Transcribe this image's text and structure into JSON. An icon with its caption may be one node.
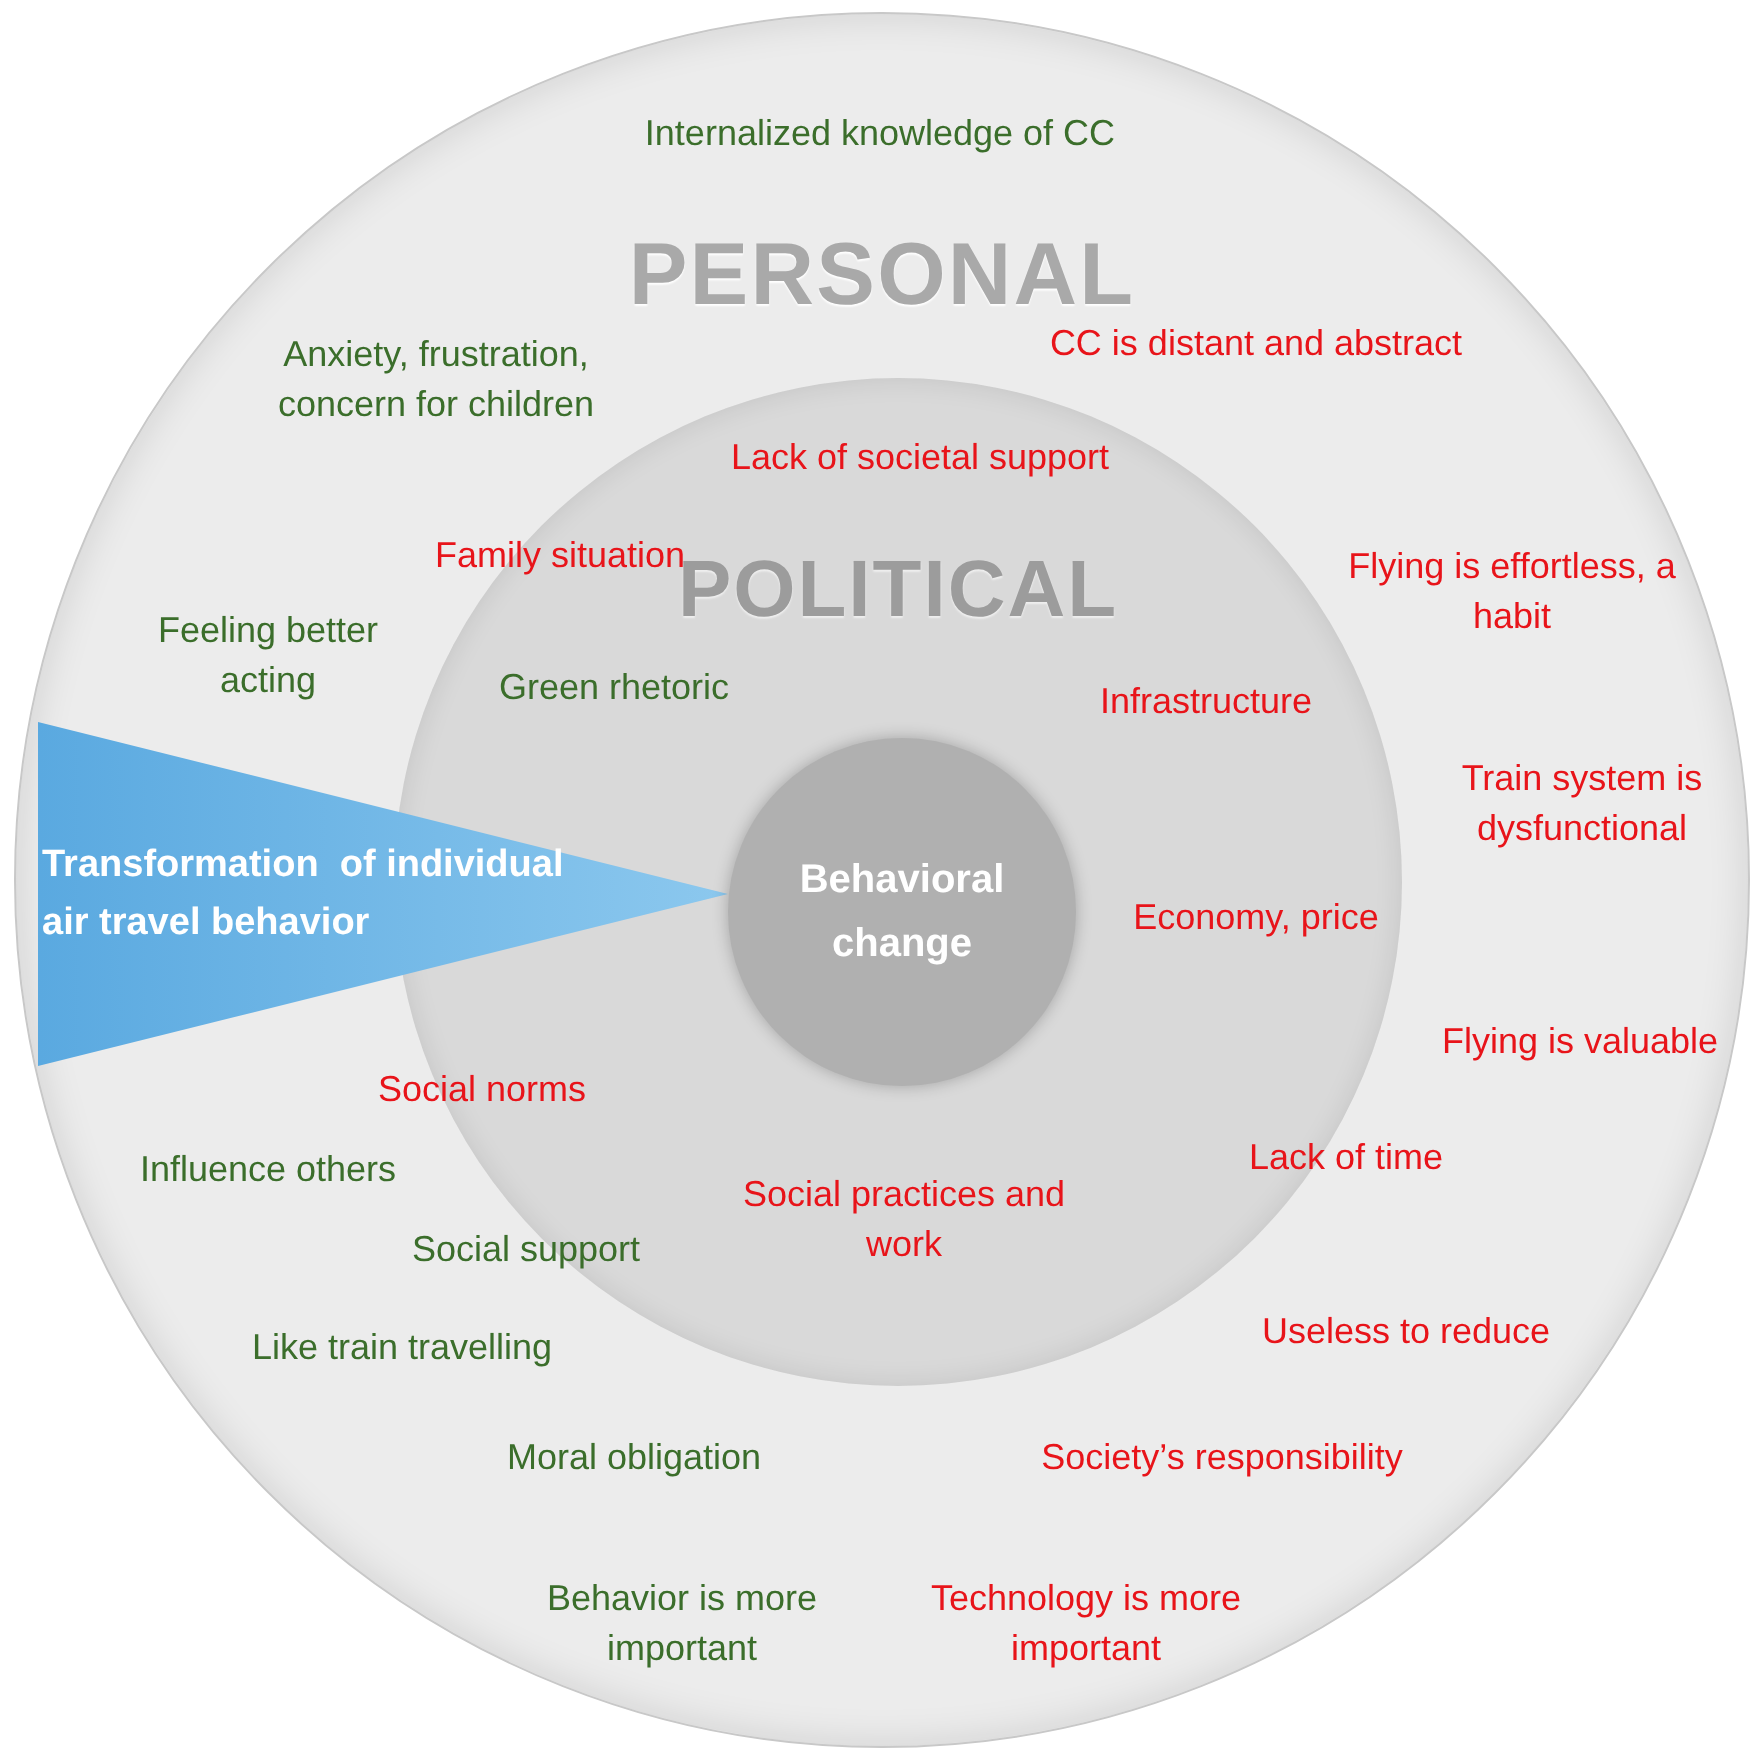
{
  "diagram": {
    "nodes": [
      {
        "text": [
          "PERSONAL"
        ]
      },
      {
        "text": [
          "POLITICAL"
        ],
        "in": 0
      },
      {
        "text": [
          "Behavioral change"
        ],
        "in": 1
      },
      {
        "text": [
          "Transformation  of individual air travel behavior"
        ],
        "in": 0
      }
    ],
    "labels": [
      "Internalized knowledge of CC",
      "CC is distant and abstract",
      "Anxiety, frustration, concern for children",
      "Lack of societal support",
      "Family situation",
      "Flying is effortless, a habit",
      "Feeling better acting",
      "Green rhetoric",
      "Infrastructure",
      "Train system is dysfunctional",
      "Economy, price",
      "Flying is valuable",
      "Social norms",
      "Lack of time",
      "Influence others",
      "Social practices and work",
      "Social support",
      "Like train travelling",
      "Useless to reduce",
      "Moral obligation",
      "Society’s responsibility",
      "Behavior is more important",
      "Technology is more important"
    ]
  }
}
